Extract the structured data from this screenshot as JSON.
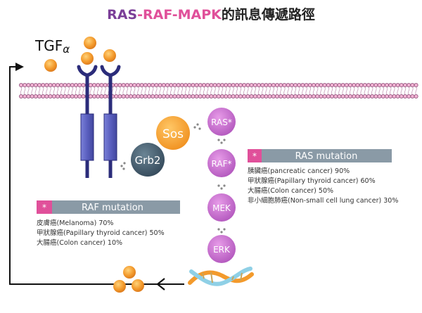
{
  "title": {
    "part1": "RAS",
    "sep1": "-",
    "part2": "RAF",
    "sep2": "-",
    "part3": "MAPK",
    "rest": "的訊息傳遞路徑",
    "colors": {
      "part1": "#7b3f98",
      "part2": "#e0509a",
      "part3": "#e0509a",
      "sep": "#e0509a",
      "rest": "#222222"
    }
  },
  "ligand": {
    "name": "TGF",
    "symbol": "α"
  },
  "proteins": {
    "sos": "Sos",
    "grb2": "Grb2",
    "ras": "RAS*",
    "raf": "RAF*",
    "mek": "MEK",
    "erk": "ERK"
  },
  "ras_mutation": {
    "badge": "*",
    "title": "RAS mutation",
    "lines": [
      "胰臟癌(pancreatic cancer) 90%",
      "甲狀腺癌(Papillary thyroid cancer) 60%",
      "大腸癌(Colon cancer) 50%",
      "非小細胞肺癌(Non-small cell lung cancer) 30%"
    ]
  },
  "raf_mutation": {
    "badge": "*",
    "title": "RAF mutation",
    "lines": [
      "皮膚癌(Melanoma) 70%",
      "甲狀腺癌(Papillary thyroid cancer) 50%",
      "大腸癌(Colon cancer) 10%"
    ]
  },
  "colors": {
    "orange": "#f39a2c",
    "purple": "#c067c8",
    "navy": "#2b2c7a",
    "receptor": "#5a5fbf",
    "grb2": "#3f5867",
    "header_grey": "#8a9aa6",
    "badge_pink": "#e0509a"
  }
}
